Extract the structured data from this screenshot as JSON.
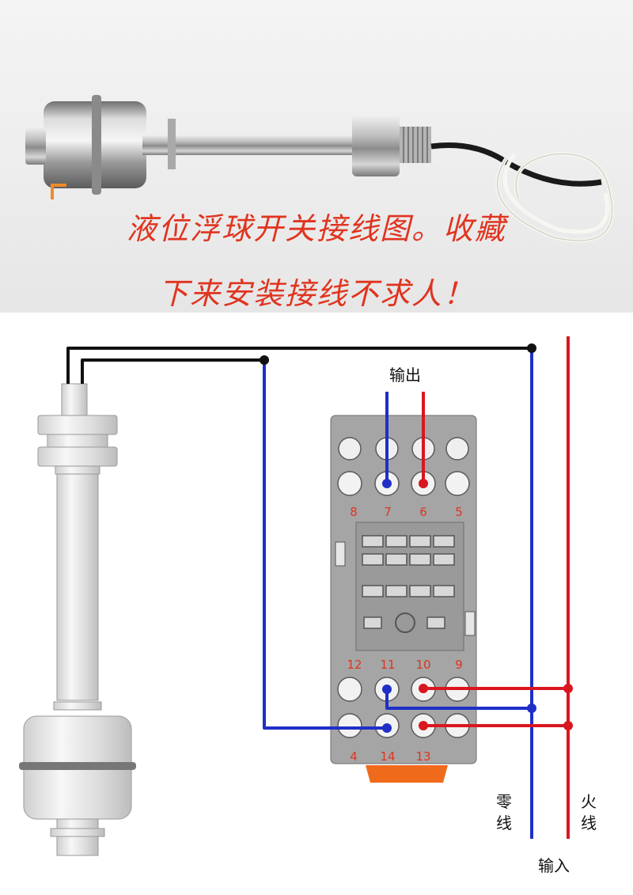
{
  "caption": {
    "line1": "液位浮球开关接线图。收藏",
    "line2": "下来安装接线不求人！"
  },
  "diagram": {
    "output_label": "输出",
    "input_label": "输入",
    "neutral_label": "零\n线",
    "live_label": "火\n线",
    "terminals_top": [
      "8",
      "7",
      "6",
      "5"
    ],
    "terminals_mid": [
      "12",
      "11",
      "10",
      "9"
    ],
    "terminals_bottom": [
      "4",
      "14",
      "13"
    ]
  },
  "colors": {
    "black": "#111111",
    "blue": "#1f2fc8",
    "red": "#d9161f",
    "socket": "#9a9a9a",
    "label_red": "#e0341f",
    "orange": "#f06a1c"
  }
}
